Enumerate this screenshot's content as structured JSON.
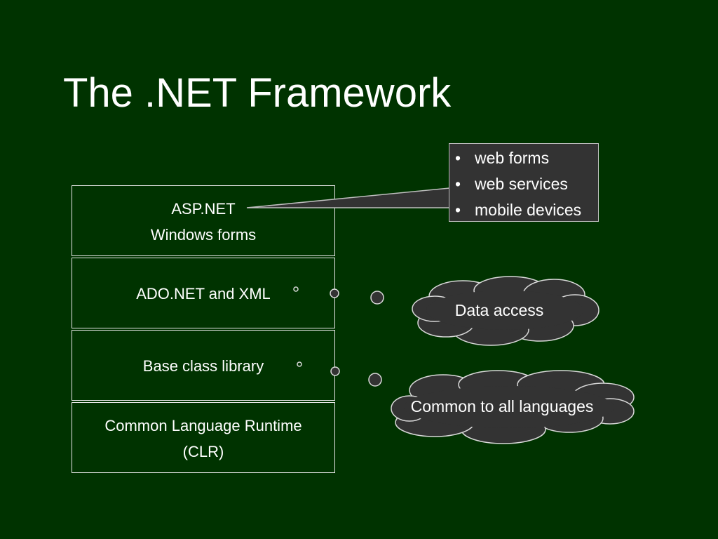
{
  "slide": {
    "title": "The .NET Framework"
  },
  "stack": {
    "asp_line1": "ASP.NET",
    "asp_line2": "Windows forms",
    "ado": "ADO.NET and XML",
    "bcl": "Base class library",
    "clr_line1": "Common Language Runtime",
    "clr_line2": "(CLR)"
  },
  "callout": {
    "items": [
      "web forms",
      "web services",
      "mobile devices"
    ]
  },
  "clouds": {
    "data_access": "Data access",
    "common": "Common to all languages"
  },
  "colors": {
    "background": "#003300",
    "box_fill": "#333333",
    "text": "#ffffff"
  }
}
